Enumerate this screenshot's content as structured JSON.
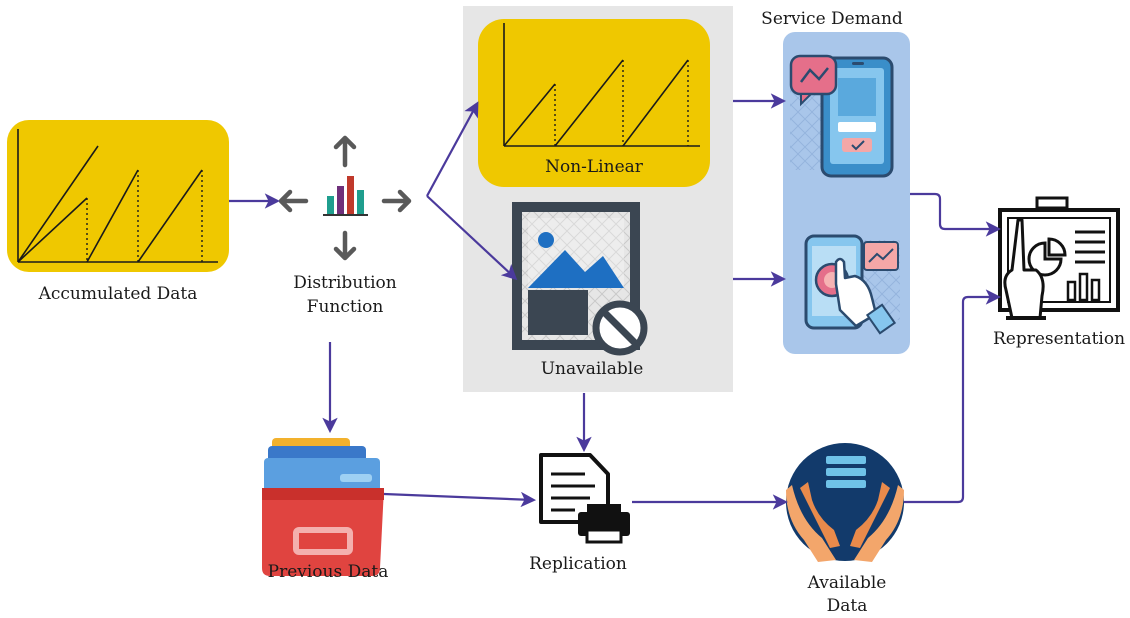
{
  "labels": {
    "accumulated": "Accumulated Data",
    "distribution_line1": "Distribution",
    "distribution_line2": "Function",
    "non_linear": "Non-Linear",
    "unavailable": "Unavailable",
    "service_demand": "Service Demand",
    "representation": "Representation",
    "previous_data": "Previous Data",
    "replication": "Replication",
    "available_line1": "Available",
    "available_line2": "Data"
  },
  "colors": {
    "yellow": "#efc800",
    "arrow": "#4b3a9c",
    "gray_panel": "#e6e6e6",
    "blue_panel": "#a9c6ea",
    "dark": "#2b2b2b",
    "slate": "#3b4652"
  },
  "icons": {
    "distribution": "bar-chart-arrows-icon",
    "unavailable": "image-unavailable-icon",
    "service_phone": "phone-chat-icon",
    "service_touch": "phone-touch-icon",
    "representation": "presentation-board-icon",
    "previous": "folder-icon",
    "replication": "printer-icon",
    "available": "hands-database-icon"
  }
}
